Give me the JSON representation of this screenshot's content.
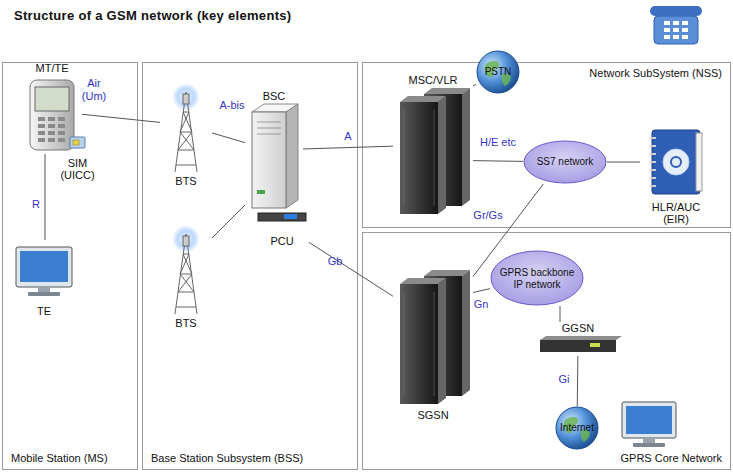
{
  "diagram": {
    "title": "Structure of a GSM network (key elements)",
    "nodes": [
      {
        "text": [
          "Mobile Station (MS)"
        ]
      },
      {
        "text": [
          "MT/TE"
        ],
        "in": 0
      },
      {
        "text": [
          "SIM (UICC)"
        ],
        "in": 0
      },
      {
        "text": [
          "TE"
        ],
        "in": 0
      },
      {
        "text": [
          "Base Station Subsystem (BSS)"
        ]
      },
      {
        "text": [
          "BTS"
        ],
        "in": 4
      },
      {
        "text": [
          "BSC"
        ],
        "in": 4
      },
      {
        "text": [
          "PCU"
        ],
        "in": 4
      },
      {
        "text": [
          "BTS"
        ],
        "in": 4
      },
      {
        "text": [
          "Network SubSystem (NSS)"
        ]
      },
      {
        "text": [
          "MSC/VLR"
        ],
        "in": 9
      },
      {
        "text": [
          "SS7 network"
        ],
        "in": 9
      },
      {
        "text": [
          "HLR/AUC (EIR)"
        ],
        "in": 9
      },
      {
        "text": [
          "PSTN"
        ]
      },
      {
        "text": [
          "GPRS Core Network"
        ]
      },
      {
        "text": [
          "SGSN"
        ],
        "in": 14
      },
      {
        "text": [
          "GPRS backbone IP network"
        ],
        "in": 14
      },
      {
        "text": [
          "GGSN"
        ],
        "in": 14
      },
      {
        "text": [
          "Internet"
        ],
        "in": 14
      }
    ],
    "edges": [
      {
        "from": 1,
        "to": 5,
        "label": "Air (Um)",
        "arrow": "none"
      },
      {
        "from": 1,
        "to": 3,
        "label": "R",
        "arrow": "none"
      },
      {
        "from": 5,
        "to": 6,
        "label": "A-bis",
        "arrow": "none"
      },
      {
        "from": 8,
        "to": 6,
        "arrow": "none"
      },
      {
        "from": 6,
        "to": 10,
        "label": "A",
        "arrow": "none"
      },
      {
        "from": 10,
        "to": 13,
        "arrow": "none"
      },
      {
        "from": 10,
        "to": 11,
        "label": "H/E etc",
        "arrow": "none"
      },
      {
        "from": 11,
        "to": 12,
        "arrow": "none"
      },
      {
        "from": 7,
        "to": 15,
        "label": "Gb",
        "arrow": "none"
      },
      {
        "from": 15,
        "to": 11,
        "label": "Gr/Gs",
        "arrow": "none"
      },
      {
        "from": 15,
        "to": 16,
        "label": "Gn",
        "arrow": "none"
      },
      {
        "from": 16,
        "to": 17,
        "arrow": "none"
      },
      {
        "from": 17,
        "to": 18,
        "label": "Gi",
        "arrow": "none"
      }
    ]
  }
}
